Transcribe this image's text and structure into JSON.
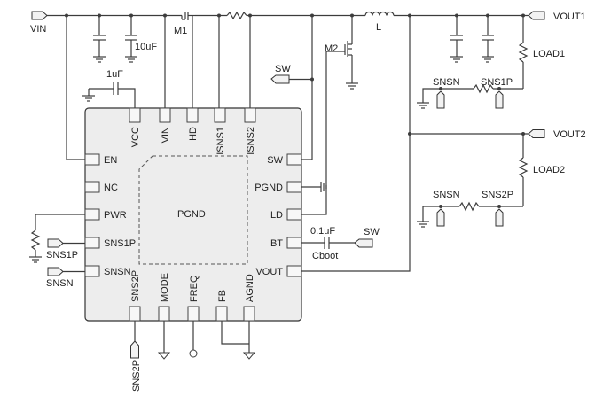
{
  "chip": {
    "top_pins": [
      "VCC",
      "VIN",
      "HD",
      "ISNS1",
      "ISNS2"
    ],
    "left_pins": [
      "EN",
      "NC",
      "PWR",
      "SNS1P",
      "SNSN"
    ],
    "right_pins": [
      "SW",
      "PGND",
      "LD",
      "BT",
      "VOUT"
    ],
    "bottom_pins": [
      "SNS2P",
      "MODE",
      "FREQ",
      "FB",
      "AGND"
    ],
    "center_label": "PGND"
  },
  "ports": {
    "vin": "VIN",
    "vout1": "VOUT1",
    "vout2": "VOUT2",
    "sw_top": "SW",
    "sw_boot": "SW",
    "sns1p": "SNS1P",
    "snsn": "SNSN",
    "sns2p": "SNS2P"
  },
  "components": {
    "c_vcc": "1uF",
    "c_in": "10uF",
    "m1": "M1",
    "m2": "M2",
    "inductor": "L",
    "c_boot_value": "0.1uF",
    "c_boot_name": "Cboot",
    "load1": "LOAD1",
    "load2": "LOAD2"
  },
  "sense1": {
    "left": "SNSN",
    "right": "SNS1P"
  },
  "sense2": {
    "left": "SNSN",
    "right": "SNS2P"
  }
}
